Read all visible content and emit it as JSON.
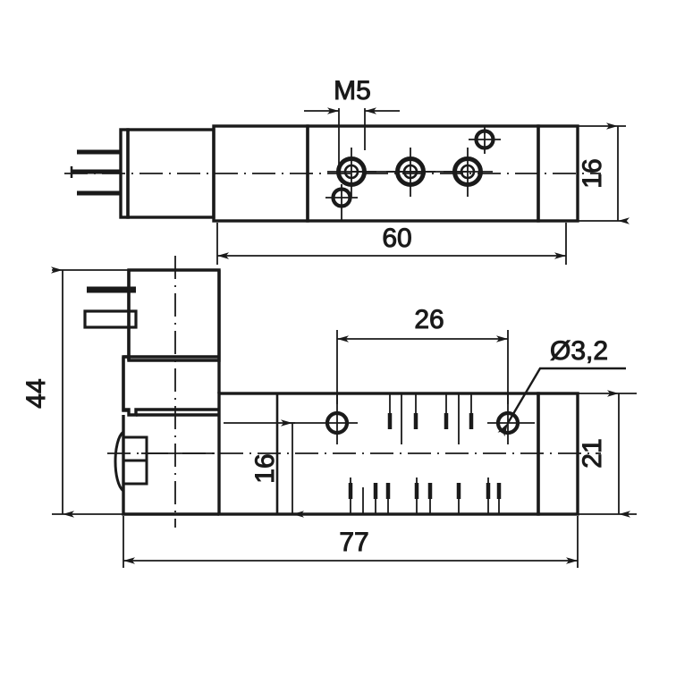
{
  "drawing": {
    "title": "Pneumatic solenoid valve dimensioned drawing",
    "units": "mm",
    "background_color": "#ffffff",
    "line_color": "#1a1a1a"
  },
  "dimensions": {
    "thread_top": "M5",
    "length_body": "60",
    "height_top_view": "16",
    "hole_spacing": "26",
    "hole_diameter": "Ø3,2",
    "height_total": "44",
    "height_side_view": "16",
    "height_body": "21",
    "length_total": "77"
  },
  "views": {
    "top": {
      "name": "top-view",
      "ports": [
        "port-1",
        "port-2",
        "port-3"
      ],
      "small_holes": [
        "mounting-hole-upper",
        "mounting-hole-lower"
      ]
    },
    "side": {
      "name": "side-view",
      "solenoid": "solenoid-coil",
      "pins": [
        "pin-1",
        "pin-2",
        "pin-3"
      ],
      "mounting_holes": [
        "mount-hole-left",
        "mount-hole-right"
      ]
    }
  }
}
